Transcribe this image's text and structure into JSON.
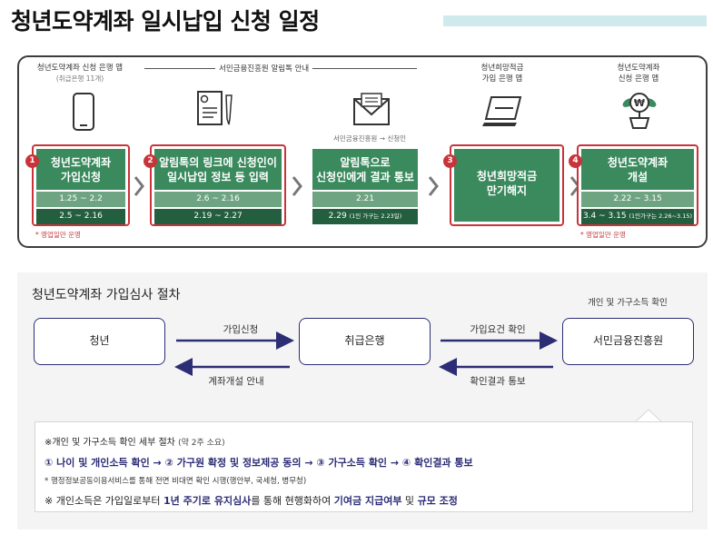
{
  "title": "청년도약계좌 일시납입 신청 일정",
  "schedule": {
    "col1_head": "청년도약계좌 신청 은행 앱",
    "col1_sub": "(취급은행 11개)",
    "center_head": "서민금융진흥원 알림톡 안내",
    "col4_head": [
      "청년희망적금",
      "가입 은행 앱"
    ],
    "col5_head": [
      "청년도약계좌",
      "신청 은행 앱"
    ],
    "mid_note": "서민금융진흥원 → 신청인",
    "note": "* 영업일만 운영",
    "steps": [
      {
        "badge": "1",
        "title": [
          "청년도약계좌",
          "가입신청"
        ],
        "row1": "1.25 ~ 2.2",
        "row2": "2.5 ~ 2.16"
      },
      {
        "badge": "2",
        "title": [
          "알림톡의 링크에 신청인이",
          "일시납입 정보 등 입력"
        ],
        "row1": "2.6 ~ 2.16",
        "row2": "2.19 ~ 2.27"
      },
      {
        "badge": "",
        "title": [
          "알림톡으로",
          "신청인에게 결과 통보"
        ],
        "row1": "2.21",
        "row2": "2.29",
        "row2_small": "(1인 가구는 2.23일)"
      },
      {
        "badge": "3",
        "title": [
          "청년희망적금",
          "만기해지"
        ]
      },
      {
        "badge": "4",
        "title": [
          "청년도약계좌",
          "개설"
        ],
        "row1": "2.22 ~ 3.15",
        "row2": "3.4 ~ 3.15",
        "row2_small": "(1인가구는 2.26~3.15)"
      }
    ],
    "icons": [
      "smartphone-icon",
      "document-pen-icon",
      "envelope-icon",
      "laptop-icon",
      "money-plant-icon"
    ],
    "colors": {
      "green": "#3a8a5e",
      "light_green": "#6fa482",
      "dark_green": "#235f3f",
      "red": "#c8343a"
    }
  },
  "process": {
    "title": "청년도약계좌 가입심사 절차",
    "nodes": [
      "청년",
      "취급은행",
      "서민금융진흥원"
    ],
    "node3_caption": "개인 및 가구소득 확인",
    "arrows": {
      "a1_top": "가입신청",
      "a1_bottom": "계좌개설 안내",
      "a2_top": "가입요건 확인",
      "a2_bottom": "확인결과 통보"
    },
    "detail": {
      "line1": "※개인 및 가구소득 확인 세부 절차",
      "line1_muted": "(약 2주 소요)",
      "line2": "① 나이 및 개인소득 확인 → ② 가구원 확정 및 정보제공 동의 → ③ 가구소득 확인 → ④ 확인결과 통보",
      "line3": "* 행정정보공동이용서비스를 통해 전면 비대면 확인 시행(행안부, 국세청, 병무청)",
      "line4_a": "※ 개인소득은 가입일로부터 ",
      "line4_b": "1년 주기로 유지심사",
      "line4_c": "를 통해 현행화하여 ",
      "line4_d": "기여금 지급여부",
      "line4_e": " 및 ",
      "line4_f": "규모 조정"
    },
    "colors": {
      "navy": "#2c2d75"
    }
  }
}
